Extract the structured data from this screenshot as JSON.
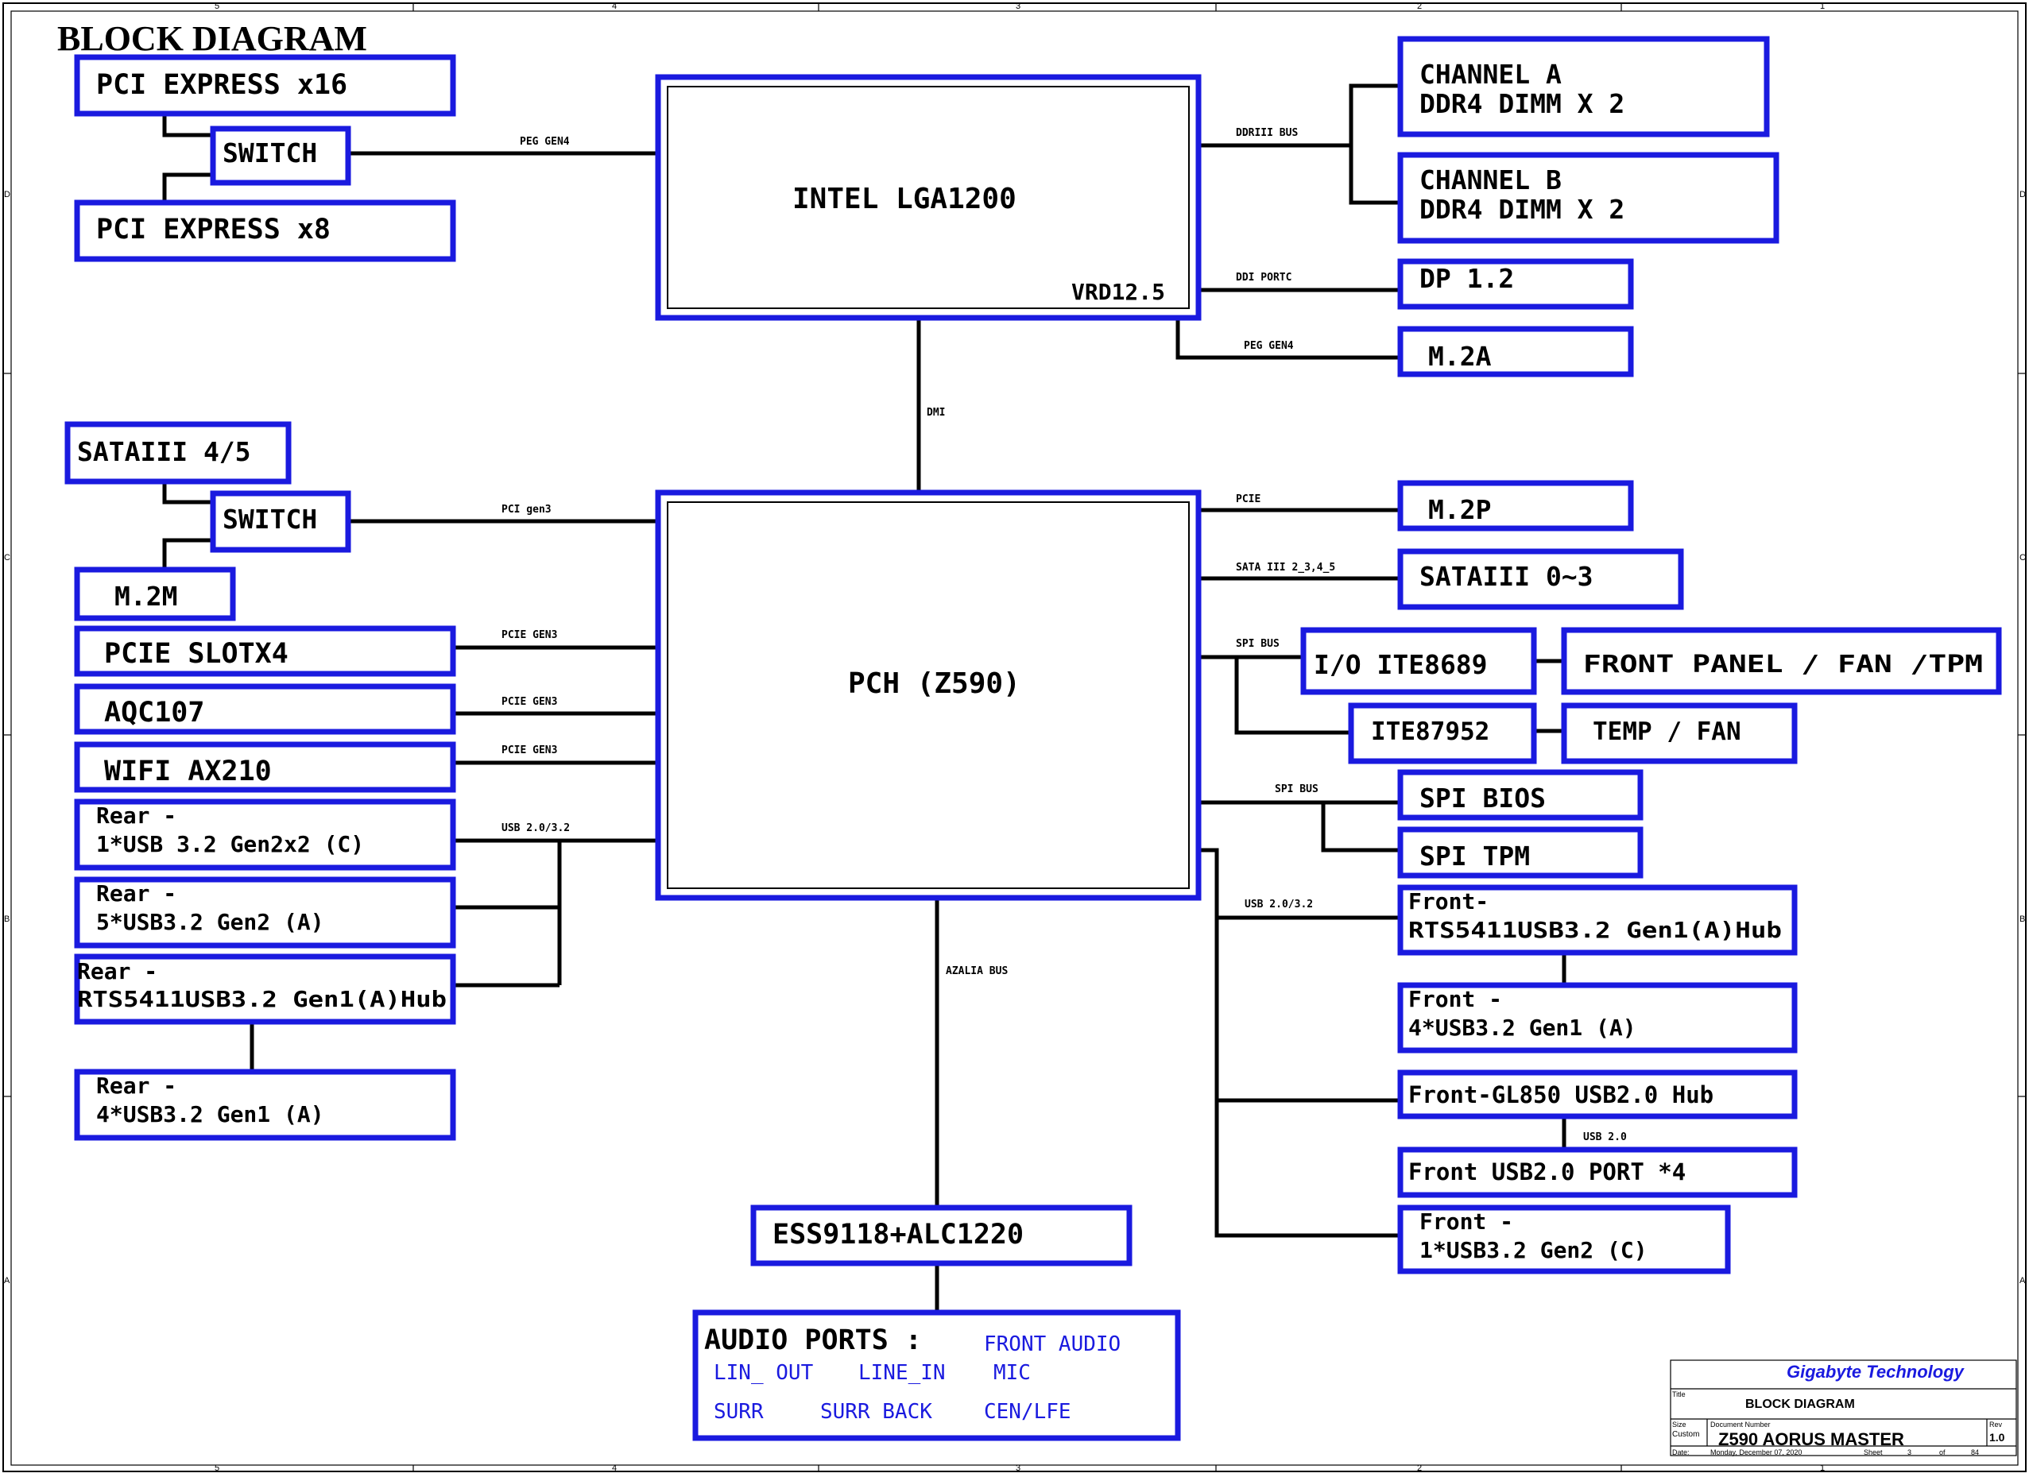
{
  "title": "BLOCK DIAGRAM",
  "colors": {
    "box_stroke": "#1a1adf",
    "wire": "#000000",
    "title_block_brand": "#1a1adf"
  },
  "blocks": {
    "pcie_x16": "PCI EXPRESS x16",
    "switch_top": "SWITCH",
    "pcie_x8": "PCI EXPRESS x8",
    "cpu": "INTEL LGA1200",
    "vrd": "VRD12.5",
    "ch_a_1": "CHANNEL A",
    "ch_a_2": "DDR4  DIMM X 2",
    "ch_b_1": "CHANNEL B",
    "ch_b_2": "DDR4 DIMM X 2",
    "dp": "DP 1.2",
    "m2a": "M.2A",
    "sata45": "SATAIII 4/5",
    "switch_mid": "SWITCH",
    "m2m": "M.2M",
    "pcie_slot": "PCIE SLOTX4",
    "aqc": "AQC107",
    "wifi": "WIFI AX210",
    "rear1_1": "Rear -",
    "rear1_2": "1*USB 3.2 Gen2x2 (C)",
    "rear2_1": "Rear -",
    "rear2_2": "5*USB3.2 Gen2 (A)",
    "rear3_1": "Rear -",
    "rear3_2": "RTS5411USB3.2 Gen1(A)Hub",
    "rear4_1": "Rear -",
    "rear4_2": "4*USB3.2 Gen1 (A)",
    "pch": "PCH (Z590)",
    "m2p": "M.2P",
    "sata03": "SATAIII 0~3",
    "ite8689": "I/O ITE8689",
    "front_panel": "FRONT PANEL / FAN /TPM",
    "ite87952": "ITE87952",
    "temp_fan": "TEMP / FAN",
    "spi_bios": "SPI BIOS",
    "spi_tpm": "SPI TPM",
    "front_hub_1": "Front-",
    "front_hub_2": "RTS5411USB3.2 Gen1(A)Hub",
    "front_gen1_1": "Front -",
    "front_gen1_2": "4*USB3.2 Gen1 (A)",
    "front_gl850": "Front-GL850 USB2.0 Hub",
    "front_usb2": "Front USB2.0 PORT *4",
    "front_c_1": "Front -",
    "front_c_2": "1*USB3.2 Gen2 (C)",
    "audio_codec": "ESS9118+ALC1220",
    "audio_ports": "AUDIO PORTS :",
    "front_audio": "FRONT AUDIO",
    "lin_out": "LIN_ OUT",
    "line_in": "LINE_IN",
    "mic": "MIC",
    "surr": "SURR",
    "surr_back": "SURR BACK",
    "cen_lfe": "CEN/LFE"
  },
  "buses": {
    "peg_gen4_top": "PEG GEN4",
    "ddriii": "DDRIII BUS",
    "ddi_portc": "DDI PORTC",
    "peg_gen4_m2a": "PEG GEN4",
    "dmi": "DMI",
    "pci_gen3": "PCI gen3",
    "pcie": "PCIE",
    "sata_iii": "SATA III 2_3,4_5",
    "spi_bus_1": "SPI BUS",
    "spi_bus_2": "SPI BUS",
    "pcie_gen3_1": "PCIE GEN3",
    "pcie_gen3_2": "PCIE GEN3",
    "pcie_gen3_3": "PCIE GEN3",
    "usb_left": "USB 2.0/3.2",
    "usb_right": "USB 2.0/3.2",
    "azalia": "AZALIA BUS",
    "usb20": "USB 2.0"
  },
  "title_block": {
    "company": "Gigabyte Technology",
    "title_label": "Title",
    "title_value": "BLOCK DIAGRAM",
    "size_label": "Size",
    "size_value": "Custom",
    "doc_label": "Document Number",
    "doc_value": "Z590 AORUS MASTER",
    "rev_label": "Rev",
    "rev_value": "1.0",
    "date_label": "Date:",
    "date_value": "Monday, December 07, 2020",
    "sheet_label": "Sheet",
    "sheet_value": "3",
    "of_label": "of",
    "of_value": "84"
  },
  "border_refs": {
    "cols": [
      "5",
      "4",
      "3",
      "2",
      "1"
    ],
    "rows": [
      "D",
      "C",
      "B",
      "A"
    ]
  }
}
